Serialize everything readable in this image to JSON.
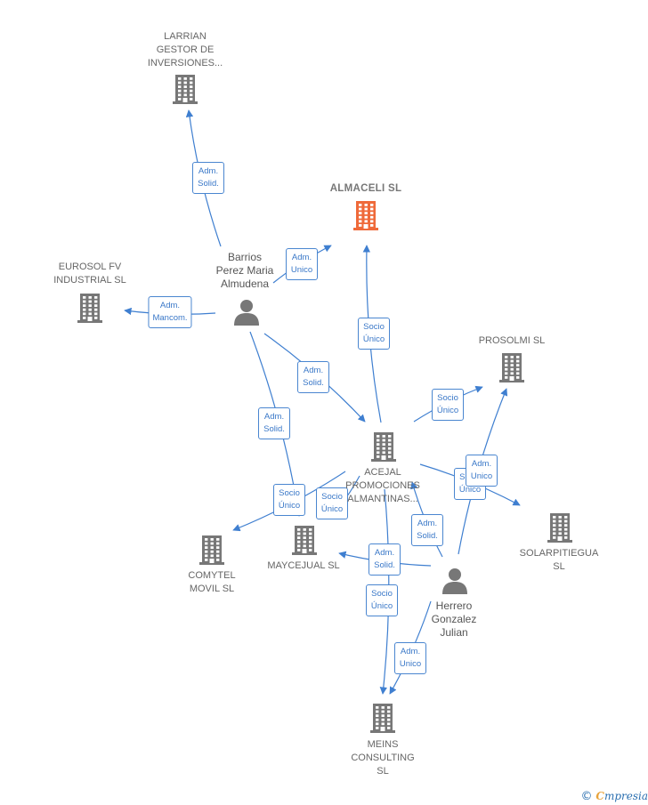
{
  "colors": {
    "edge": "#3f7fd0",
    "building": "#777777",
    "building_main": "#ef6a3a",
    "person": "#777777"
  },
  "nodes": [
    {
      "id": "larrian",
      "label": "LARRIAN\nGESTOR DE\nINVERSIONES...",
      "kind": "company",
      "icon": "building-icon"
    },
    {
      "id": "almaceli",
      "label": "ALMACELI  SL",
      "kind": "company-main",
      "icon": "building-icon"
    },
    {
      "id": "eurosol",
      "label": "EUROSOL FV\nINDUSTRIAL SL",
      "kind": "company",
      "icon": "building-icon"
    },
    {
      "id": "barrios",
      "label": "Barrios\nPerez Maria\nAlmudena",
      "kind": "person",
      "icon": "person-icon"
    },
    {
      "id": "prosolmi",
      "label": "PROSOLMI  SL",
      "kind": "company",
      "icon": "building-icon"
    },
    {
      "id": "acejal",
      "label": "ACEJAL\nPROMOCIONES\nALMANTINAS...",
      "kind": "company",
      "icon": "building-icon"
    },
    {
      "id": "solarpitiegua",
      "label": "SOLARPITIEGUA\nSL",
      "kind": "company",
      "icon": "building-icon"
    },
    {
      "id": "comytel",
      "label": "COMYTEL\nMOVIL  SL",
      "kind": "company",
      "icon": "building-icon"
    },
    {
      "id": "maycejual",
      "label": "MAYCEJUAL SL",
      "kind": "company",
      "icon": "building-icon"
    },
    {
      "id": "herrero",
      "label": "Herrero\nGonzalez\nJulian",
      "kind": "person",
      "icon": "person-icon"
    },
    {
      "id": "meins",
      "label": "MEINS\nCONSULTING\nSL",
      "kind": "company",
      "icon": "building-icon"
    }
  ],
  "edges": [
    {
      "from": "barrios",
      "to": "larrian",
      "label": "Adm.\nSolid."
    },
    {
      "from": "barrios",
      "to": "almaceli",
      "label": "Adm.\nUnico"
    },
    {
      "from": "barrios",
      "to": "eurosol",
      "label": "Adm.\nMancom."
    },
    {
      "from": "barrios",
      "to": "acejal",
      "label": "Adm.\nSolid."
    },
    {
      "from": "barrios",
      "to": "maycejual",
      "label": "Adm.\nSolid."
    },
    {
      "from": "acejal",
      "to": "almaceli",
      "label": "Socio\nÚnico"
    },
    {
      "from": "acejal",
      "to": "prosolmi",
      "label": "Socio\nÚnico"
    },
    {
      "from": "acejal",
      "to": "solarpitiegua",
      "label": "Socio\nÚnico"
    },
    {
      "from": "acejal",
      "to": "comytel",
      "label": "Socio\nÚnico"
    },
    {
      "from": "acejal",
      "to": "maycejual",
      "label": "Socio\nÚnico"
    },
    {
      "from": "acejal",
      "to": "meins",
      "label": "Socio\nÚnico"
    },
    {
      "from": "herrero",
      "to": "prosolmi",
      "label": "Adm.\nUnico"
    },
    {
      "from": "herrero",
      "to": "acejal",
      "label": "Adm.\nSolid."
    },
    {
      "from": "herrero",
      "to": "maycejual",
      "label": "Adm.\nSolid."
    },
    {
      "from": "herrero",
      "to": "meins",
      "label": "Adm.\nUnico"
    }
  ],
  "footer": {
    "copyright": "©",
    "brand_first": "C",
    "brand_rest": "mpresia"
  }
}
